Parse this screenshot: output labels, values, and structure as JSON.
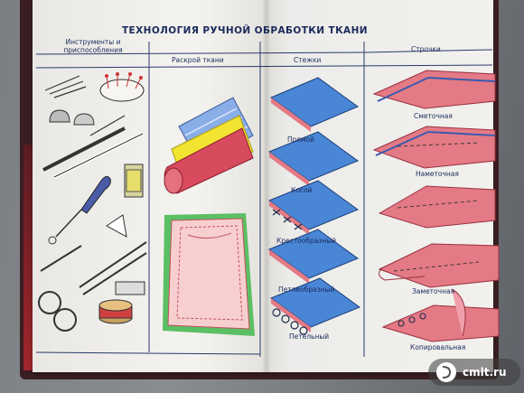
{
  "book": {
    "title": "ТЕХНОЛОГИЯ РУЧНОЙ ОБРАБОТКИ ТКАНИ",
    "columns": [
      "Инструменты и приспособления",
      "Раскрой ткани",
      "Стежки",
      "Строчки"
    ],
    "stitches": [
      "Прямой",
      "Косой",
      "Крестообразный",
      "Петлеобразный",
      "Петельный"
    ],
    "seams": [
      "Сметочная",
      "Наметочная",
      "Заметочная",
      "Копировальная"
    ]
  },
  "watermark": {
    "text": "cmlt.ru"
  },
  "colors": {
    "ink": "#1b2a5c",
    "fabric_blue": "#4a86d6",
    "fabric_pink": "#e47a85",
    "fabric_yellow": "#f3e431",
    "fabric_red": "#d84a5e",
    "green_frame": "#5bbf63"
  }
}
